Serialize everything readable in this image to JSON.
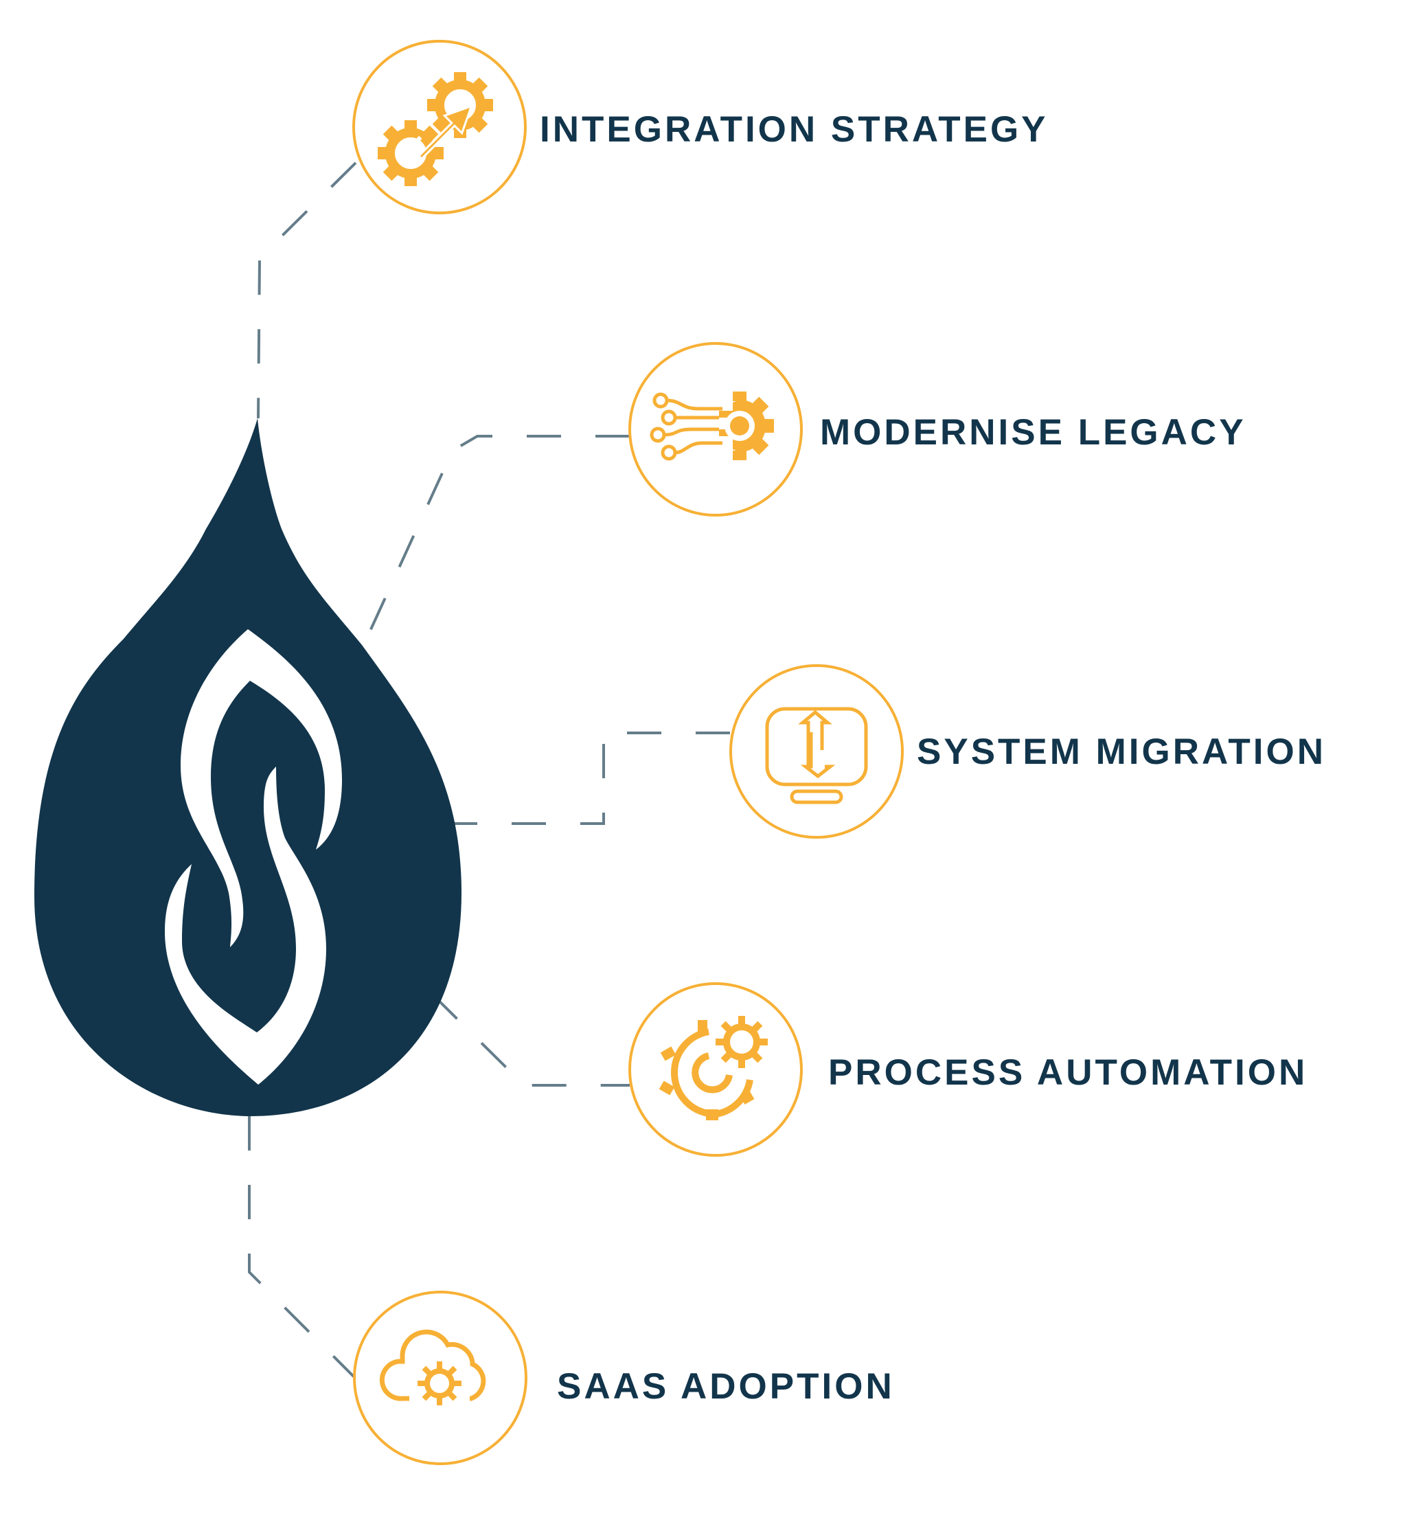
{
  "diagram": {
    "title": "Integration services",
    "center_logo": {
      "name": "drop-logo",
      "letter": "S",
      "color": "#12354b"
    },
    "connector_color": "#657d8a",
    "accent_color": "#f7b035",
    "text_color": "#12354b",
    "services": [
      {
        "label": "INTEGRATION STRATEGY",
        "icon": "gears-arrow-icon"
      },
      {
        "label": "MODERNISE LEGACY",
        "icon": "circuit-gear-icon"
      },
      {
        "label": "SYSTEM MIGRATION",
        "icon": "monitor-transfer-icon"
      },
      {
        "label": "PROCESS AUTOMATION",
        "icon": "gears-cycle-icon"
      },
      {
        "label": "SAAS ADOPTION",
        "icon": "cloud-gear-icon"
      }
    ]
  }
}
